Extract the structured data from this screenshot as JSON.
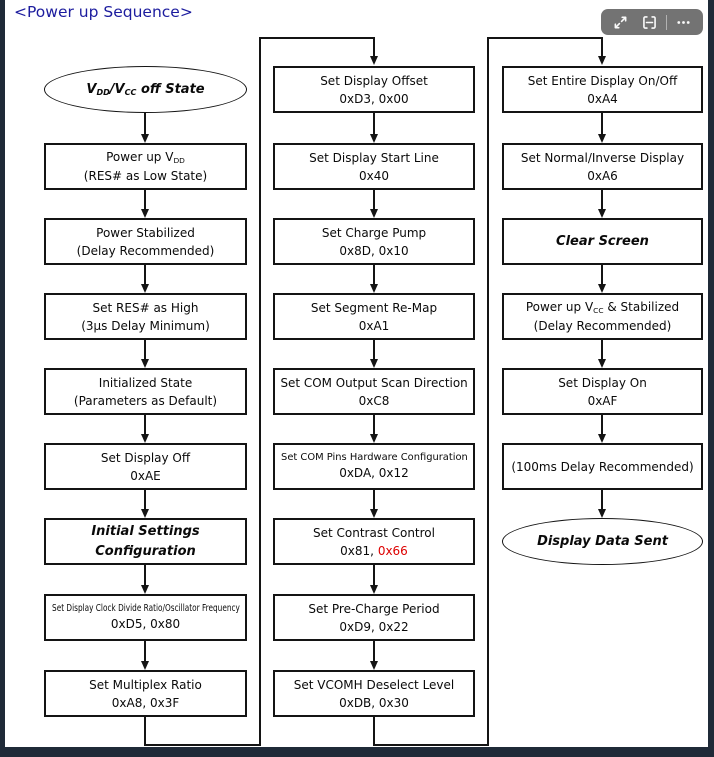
{
  "title": "<Power up Sequence>",
  "toolbar": {
    "buttons": [
      {
        "name": "fullscreen",
        "icon": "expand-icon"
      },
      {
        "name": "copy-image",
        "icon": "copy-icon"
      },
      {
        "name": "more-options",
        "icon": "ellipsis-icon"
      }
    ]
  },
  "colors": {
    "title_blue": "#1c1c9e",
    "highlight_red": "#dd0000",
    "line_black": "#141414",
    "frame_dark": "#1f2a38"
  },
  "flowchart": {
    "columns": [
      {
        "name": "column-1",
        "nodes": [
          {
            "shape": "ellipse",
            "emphasis": true,
            "lines": [
              {
                "runs": [
                  {
                    "t": "V"
                  },
                  {
                    "t": "DD",
                    "sub": true
                  },
                  {
                    "t": "/V"
                  },
                  {
                    "t": "CC",
                    "sub": true
                  },
                  {
                    "t": " off State"
                  }
                ]
              }
            ]
          },
          {
            "shape": "box",
            "lines": [
              {
                "runs": [
                  {
                    "t": "Power up V"
                  },
                  {
                    "t": "DD",
                    "sub": true
                  }
                ]
              },
              {
                "runs": [
                  {
                    "t": "(RES# as Low State)"
                  }
                ]
              }
            ]
          },
          {
            "shape": "box",
            "lines": [
              {
                "runs": [
                  {
                    "t": "Power Stabilized"
                  }
                ]
              },
              {
                "runs": [
                  {
                    "t": "(Delay Recommended)"
                  }
                ]
              }
            ]
          },
          {
            "shape": "box",
            "lines": [
              {
                "runs": [
                  {
                    "t": "Set RES# as High"
                  }
                ]
              },
              {
                "runs": [
                  {
                    "t": "(3µs Delay Minimum)"
                  }
                ]
              }
            ]
          },
          {
            "shape": "box",
            "lines": [
              {
                "runs": [
                  {
                    "t": "Initialized State"
                  }
                ]
              },
              {
                "runs": [
                  {
                    "t": "(Parameters as Default)"
                  }
                ]
              }
            ]
          },
          {
            "shape": "box",
            "lines": [
              {
                "runs": [
                  {
                    "t": "Set Display Off"
                  }
                ]
              },
              {
                "runs": [
                  {
                    "t": "0xAE"
                  }
                ]
              }
            ]
          },
          {
            "shape": "box",
            "emphasis": true,
            "lines": [
              {
                "runs": [
                  {
                    "t": "Initial Settings"
                  }
                ]
              },
              {
                "runs": [
                  {
                    "t": "Configuration"
                  }
                ]
              }
            ]
          },
          {
            "shape": "box",
            "lines": [
              {
                "small": true,
                "runs": [
                  {
                    "t": "Set Display Clock Divide Ratio/Oscillator Frequency"
                  }
                ]
              },
              {
                "runs": [
                  {
                    "t": "0xD5, 0x80"
                  }
                ]
              }
            ]
          },
          {
            "shape": "box",
            "lines": [
              {
                "runs": [
                  {
                    "t": "Set Multiplex Ratio"
                  }
                ]
              },
              {
                "runs": [
                  {
                    "t": "0xA8, 0x3F"
                  }
                ]
              }
            ]
          }
        ]
      },
      {
        "name": "column-2",
        "nodes": [
          {
            "shape": "box",
            "lines": [
              {
                "runs": [
                  {
                    "t": "Set Display Offset"
                  }
                ]
              },
              {
                "runs": [
                  {
                    "t": "0xD3, 0x00"
                  }
                ]
              }
            ]
          },
          {
            "shape": "box",
            "lines": [
              {
                "runs": [
                  {
                    "t": "Set Display Start Line"
                  }
                ]
              },
              {
                "runs": [
                  {
                    "t": "0x40"
                  }
                ]
              }
            ]
          },
          {
            "shape": "box",
            "lines": [
              {
                "runs": [
                  {
                    "t": "Set Charge Pump"
                  }
                ]
              },
              {
                "runs": [
                  {
                    "t": "0x8D, 0x10"
                  }
                ]
              }
            ]
          },
          {
            "shape": "box",
            "lines": [
              {
                "runs": [
                  {
                    "t": "Set Segment Re-Map"
                  }
                ]
              },
              {
                "runs": [
                  {
                    "t": "0xA1"
                  }
                ]
              }
            ]
          },
          {
            "shape": "box",
            "lines": [
              {
                "runs": [
                  {
                    "t": "Set COM Output Scan Direction"
                  }
                ]
              },
              {
                "runs": [
                  {
                    "t": "0xC8"
                  }
                ]
              }
            ]
          },
          {
            "shape": "box",
            "lines": [
              {
                "small": true,
                "runs": [
                  {
                    "t": "Set COM Pins Hardware Configuration"
                  }
                ]
              },
              {
                "runs": [
                  {
                    "t": "0xDA, 0x12"
                  }
                ]
              }
            ]
          },
          {
            "shape": "box",
            "lines": [
              {
                "runs": [
                  {
                    "t": "Set Contrast Control"
                  }
                ]
              },
              {
                "runs": [
                  {
                    "t": "0x81, "
                  },
                  {
                    "t": "0x66",
                    "color": "#dd0000"
                  }
                ]
              }
            ]
          },
          {
            "shape": "box",
            "lines": [
              {
                "runs": [
                  {
                    "t": "Set Pre-Charge Period"
                  }
                ]
              },
              {
                "runs": [
                  {
                    "t": "0xD9, 0x22"
                  }
                ]
              }
            ]
          },
          {
            "shape": "box",
            "lines": [
              {
                "runs": [
                  {
                    "t": "Set VCOMH Deselect Level"
                  }
                ]
              },
              {
                "runs": [
                  {
                    "t": "0xDB, 0x30"
                  }
                ]
              }
            ]
          }
        ]
      },
      {
        "name": "column-3",
        "nodes": [
          {
            "shape": "box",
            "lines": [
              {
                "runs": [
                  {
                    "t": "Set Entire Display On/Off"
                  }
                ]
              },
              {
                "runs": [
                  {
                    "t": "0xA4"
                  }
                ]
              }
            ]
          },
          {
            "shape": "box",
            "lines": [
              {
                "runs": [
                  {
                    "t": "Set Normal/Inverse Display"
                  }
                ]
              },
              {
                "runs": [
                  {
                    "t": "0xA6"
                  }
                ]
              }
            ]
          },
          {
            "shape": "box",
            "emphasis": true,
            "lines": [
              {
                "runs": [
                  {
                    "t": "Clear Screen"
                  }
                ]
              }
            ]
          },
          {
            "shape": "box",
            "lines": [
              {
                "runs": [
                  {
                    "t": "Power up V"
                  },
                  {
                    "t": "CC",
                    "sub": true
                  },
                  {
                    "t": " & Stabilized"
                  }
                ]
              },
              {
                "runs": [
                  {
                    "t": "(Delay Recommended)"
                  }
                ]
              }
            ]
          },
          {
            "shape": "box",
            "lines": [
              {
                "runs": [
                  {
                    "t": "Set Display On"
                  }
                ]
              },
              {
                "runs": [
                  {
                    "t": "0xAF"
                  }
                ]
              }
            ]
          },
          {
            "shape": "box",
            "lines": [
              {
                "runs": [
                  {
                    "t": "(100ms Delay Recommended)"
                  }
                ]
              }
            ]
          },
          {
            "shape": "ellipse",
            "emphasis": true,
            "lines": [
              {
                "runs": [
                  {
                    "t": "Display Data Sent"
                  }
                ]
              }
            ]
          }
        ]
      }
    ]
  }
}
